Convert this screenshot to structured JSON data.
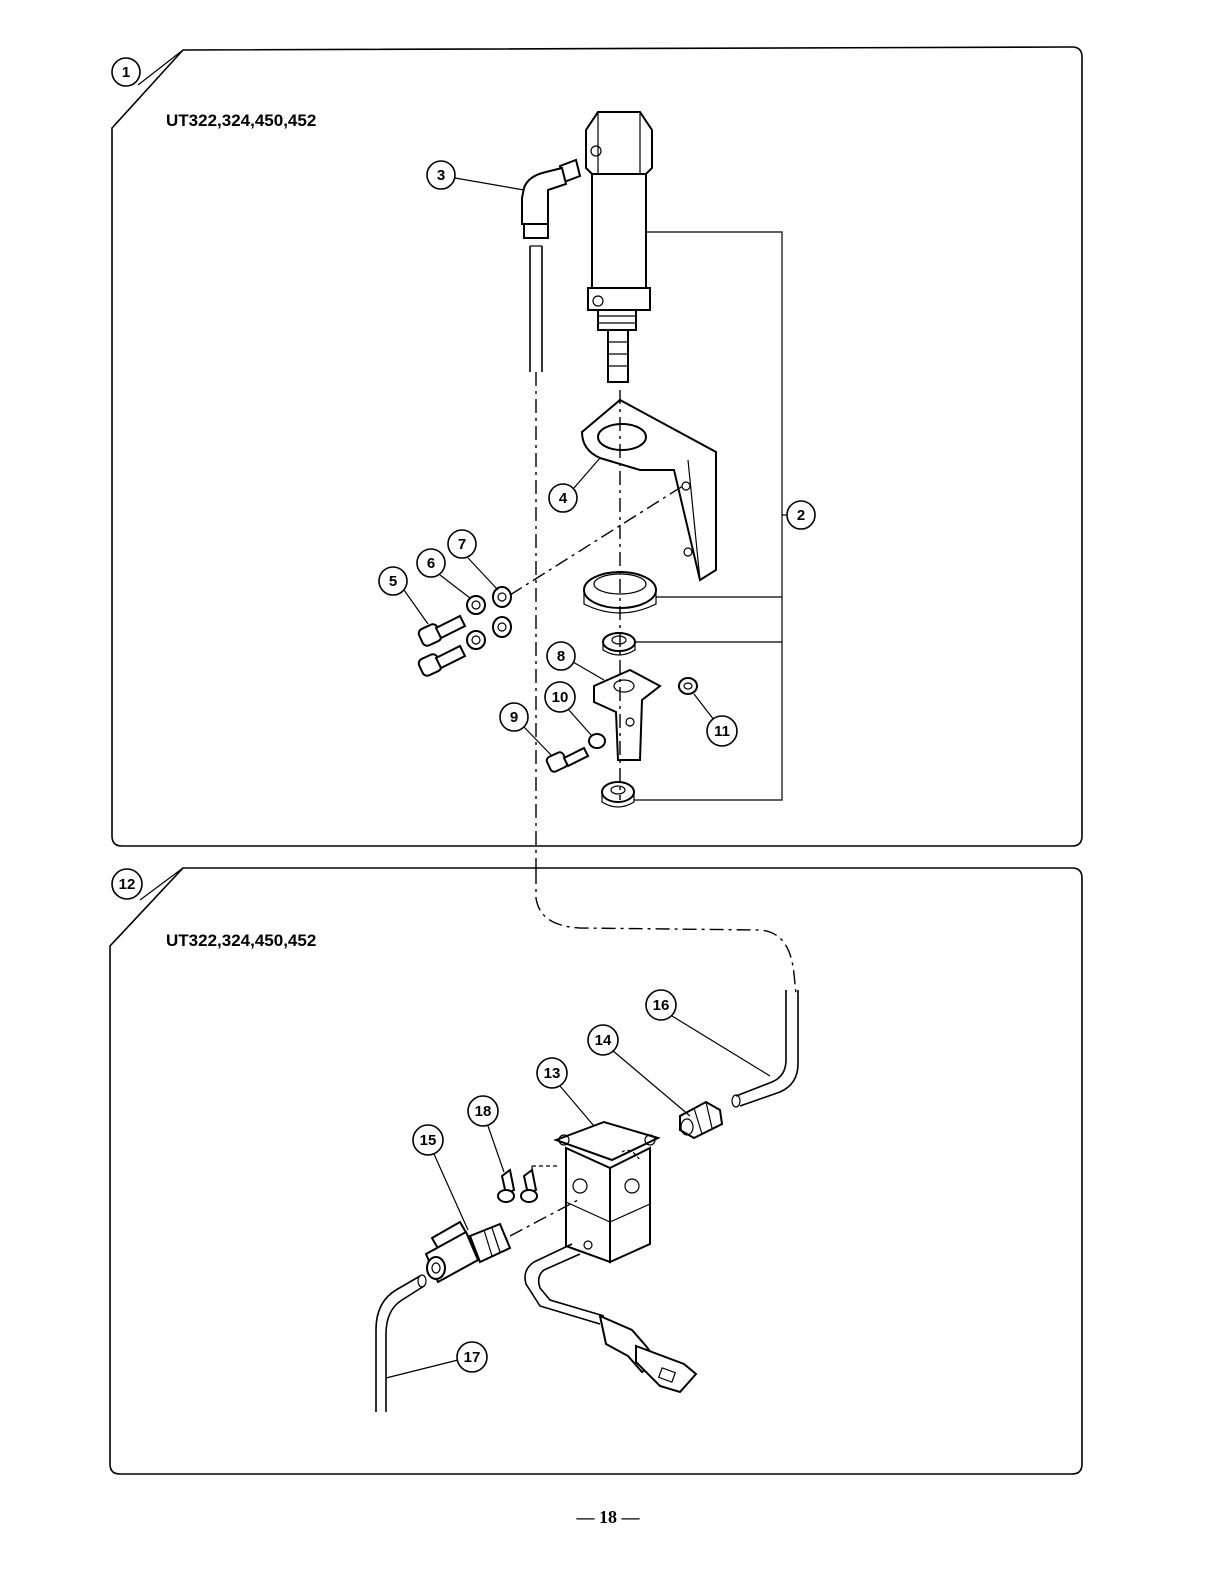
{
  "panels": [
    {
      "number": "1",
      "model_label": "UT322,324,450,452"
    },
    {
      "number": "12",
      "model_label": "UT322,324,450,452"
    }
  ],
  "callouts_top": [
    "3",
    "4",
    "2",
    "7",
    "6",
    "5",
    "8",
    "10",
    "9",
    "11"
  ],
  "callouts_bottom": [
    "16",
    "14",
    "13",
    "18",
    "15",
    "17"
  ],
  "page_number": "— 18 —"
}
